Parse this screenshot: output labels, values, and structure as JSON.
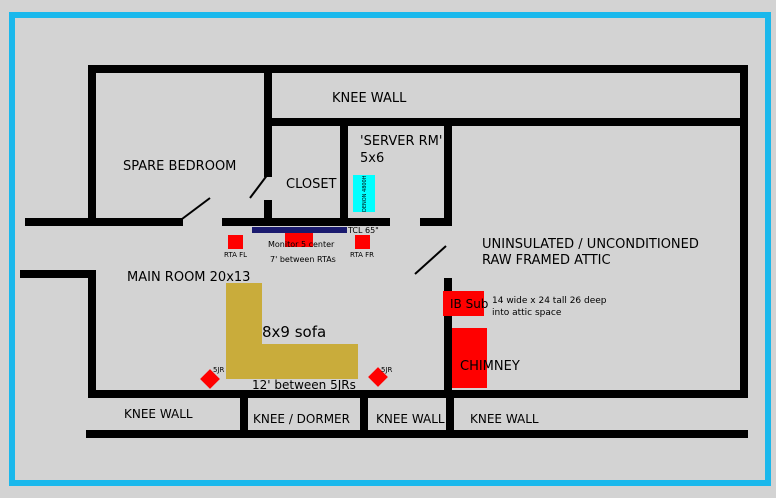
{
  "colors": {
    "background": "#d3d3d3",
    "border": "#1ab8ec",
    "wall": "#000000",
    "speaker": "#ff0000",
    "sofa": "#c9ac3b",
    "server": "#00ffff",
    "tv": "#1a1a6e"
  },
  "labels": {
    "knee_wall_top": "KNEE WALL",
    "server_room_name": "'SERVER RM'",
    "server_room_size": "5x6",
    "spare_bedroom": "SPARE BEDROOM",
    "closet": "CLOSET",
    "attic_line1": "UNINSULATED / UNCONDITIONED",
    "attic_line2": "RAW FRAMED ATTIC",
    "main_room": "MAIN ROOM  20x13",
    "sofa": "8x9 sofa",
    "tv": "TCL 65\"",
    "monitor": "Monitor 5 center",
    "rta_spacing": "7' between RTAs",
    "rta_fl": "RTA FL",
    "rta_fr": "RTA FR",
    "server_device": "DENON 4800H",
    "sub": "IB Sub",
    "sub_note_line1": "14 wide x 24 tall 26 deep",
    "sub_note_line2": "into attic space",
    "chimney": "CHIMNEY",
    "jr_left": "5JR",
    "jr_right": "5JR",
    "jr_spacing": "12' between 5JRs",
    "knee_wall_bottom_left": "KNEE WALL",
    "knee_dormer": "KNEE / DORMER",
    "knee_wall_bottom_mid": "KNEE WALL",
    "knee_wall_bottom_right": "KNEE WALL"
  }
}
